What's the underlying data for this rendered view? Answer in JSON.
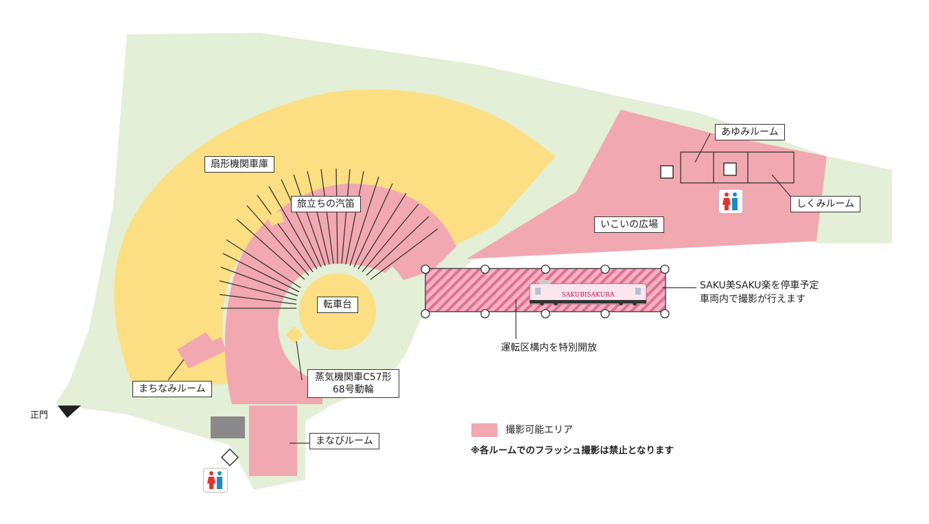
{
  "map": {
    "labels": {
      "roundhouse": "扇形機関車庫",
      "whistle": "旅立ちの汽笛",
      "turntable": "転車台",
      "machinami": "まちなみルーム",
      "wheel_line1": "蒸気機関車C57形",
      "wheel_line2": "68号動輪",
      "manabi": "まなびルーム",
      "ayumi": "あゆみルーム",
      "shikumi": "しくみルーム",
      "ikoi": "いこいの広場",
      "gate": "正門",
      "train_note_line1": "SAKU美SAKU楽を停車予定",
      "train_note_line2": "車両内で撮影が行えます",
      "yard_note": "運転区構内を特別開放",
      "train_name": "SAKUBISAKURA"
    },
    "legend": {
      "photo_area": "撮影可能エリア",
      "flash_note": "※各ルームでのフラッシュ撮影は禁止となります"
    },
    "colors": {
      "grass": "#e3efd6",
      "roundhouse": "#fbdf82",
      "photo_area": "#f2a8b0",
      "hatch": "#e36e90",
      "gray_block": "#8a8a8a",
      "toilet_female": "#e6332a",
      "toilet_male": "#1b8ac8"
    },
    "icons": [
      "toilet-icon",
      "gate-arrow-icon",
      "diamond-marker-icon",
      "square-marker-icon"
    ]
  }
}
